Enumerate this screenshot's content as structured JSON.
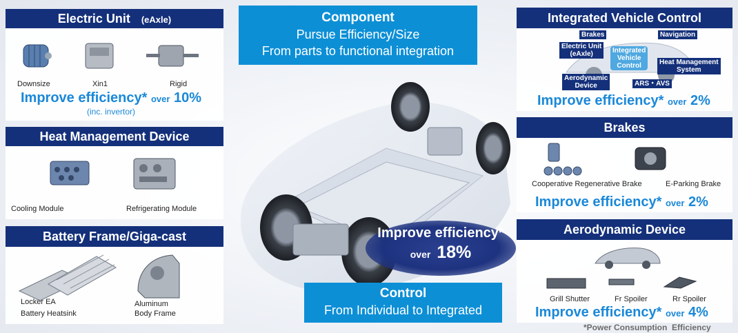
{
  "electric_unit": {
    "title": "Electric Unit",
    "subtitle": "(eAxle)",
    "items": [
      "Downsize",
      "Xin1",
      "Rigid"
    ],
    "efficiency_label": "Improve efficiency*",
    "efficiency_over": "over",
    "efficiency_value": "10%",
    "note": "(inc. invertor)"
  },
  "heat_management": {
    "title": "Heat Management Device",
    "items": [
      "Cooling Module",
      "Refrigerating Module"
    ]
  },
  "battery_frame": {
    "title": "Battery Frame/Giga-cast",
    "items": [
      "Locker EA",
      "Battery Heatsink",
      "Aluminum",
      "Body Frame"
    ]
  },
  "component": {
    "title": "Component",
    "line1": "Pursue Efficiency/Size",
    "line2": "From parts to functional integration"
  },
  "center_badge": {
    "line1": "Improve efficiency*",
    "over": "over",
    "value": "18%"
  },
  "control": {
    "title": "Control",
    "line1": "From Individual to Integrated"
  },
  "integrated_control": {
    "title": "Integrated Vehicle Control",
    "tags": {
      "brakes": "Brakes",
      "navigation": "Navigation",
      "electric_unit": "Electric Unit\n(eAxle)",
      "center": "Integrated\nVehicle\nControl",
      "heat": "Heat Management\nSystem",
      "aero": "Aerodynamic\nDevice",
      "ars": "ARS・AVS"
    },
    "efficiency_label": "Improve efficiency*",
    "efficiency_over": "over",
    "efficiency_value": "2%"
  },
  "brakes": {
    "title": "Brakes",
    "items": [
      "Cooperative Regenerative Brake",
      "E-Parking Brake"
    ],
    "efficiency_label": "Improve efficiency*",
    "efficiency_over": "over",
    "efficiency_value": "2%"
  },
  "aero": {
    "title": "Aerodynamic Device",
    "items": [
      "Grill Shutter",
      "Fr Spoiler",
      "Rr Spoiler"
    ],
    "efficiency_label": "Improve efficiency*",
    "efficiency_over": "over",
    "efficiency_value": "4%"
  },
  "footnote": "*Power Consumption  Efficiency",
  "colors": {
    "navy": "#14307a",
    "blue": "#0d8fd6",
    "accent": "#1a88d8"
  }
}
